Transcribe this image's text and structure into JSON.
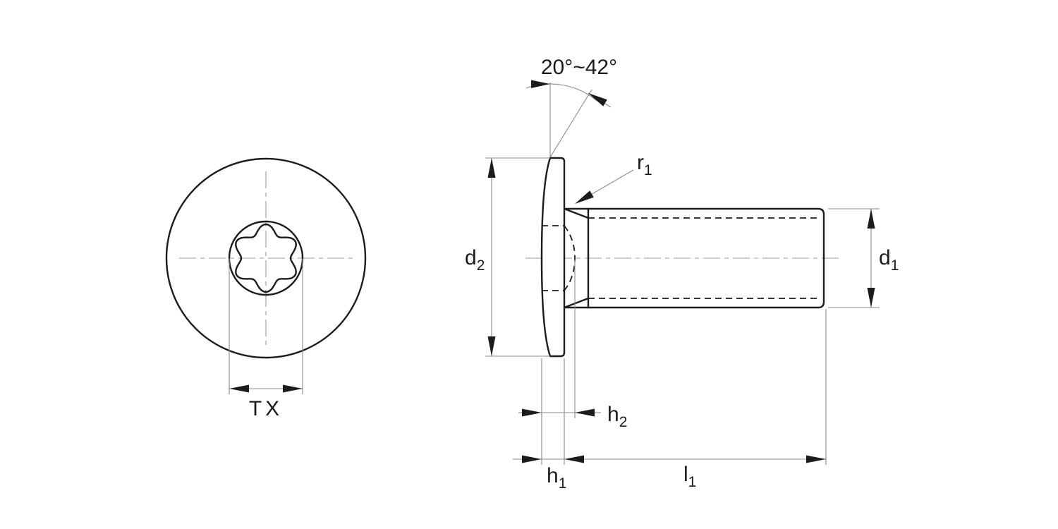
{
  "labels": {
    "angle": "20°~42°",
    "tx": "TX",
    "d2": {
      "base": "d",
      "sub": "2"
    },
    "d1": {
      "base": "d",
      "sub": "1"
    },
    "h2": {
      "base": "h",
      "sub": "2"
    },
    "h1": {
      "base": "h",
      "sub": "1"
    },
    "l1": {
      "base": "l",
      "sub": "1"
    },
    "r1": {
      "base": "r",
      "sub": "1"
    }
  },
  "colors": {
    "line": "#1c1c1c",
    "dimension": "#8a8a8a",
    "centerline": "#9c9c9c",
    "background": "#ffffff"
  }
}
